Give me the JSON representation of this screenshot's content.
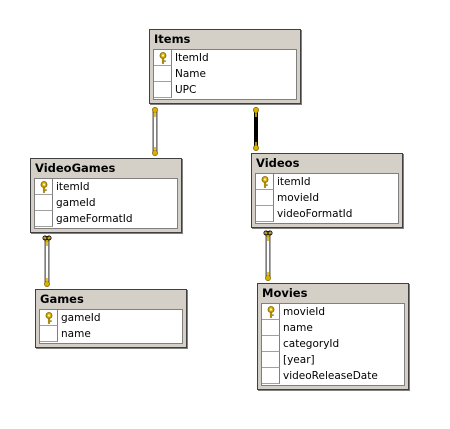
{
  "diagram": {
    "colors": {
      "frame": "#d4d0c8",
      "border": "#404040",
      "key": "#d9b000",
      "link": "#808080"
    },
    "tables": [
      {
        "id": "items",
        "name": "Items",
        "columns": [
          {
            "name": "ItemId",
            "pk": true
          },
          {
            "name": "Name",
            "pk": false
          },
          {
            "name": "UPC",
            "pk": false
          }
        ]
      },
      {
        "id": "videogames",
        "name": "VideoGames",
        "columns": [
          {
            "name": "itemId",
            "pk": true
          },
          {
            "name": "gameId",
            "pk": false
          },
          {
            "name": "gameFormatId",
            "pk": false
          }
        ]
      },
      {
        "id": "videos",
        "name": "Videos",
        "columns": [
          {
            "name": "itemId",
            "pk": true
          },
          {
            "name": "movieId",
            "pk": false
          },
          {
            "name": "videoFormatId",
            "pk": false
          }
        ]
      },
      {
        "id": "games",
        "name": "Games",
        "columns": [
          {
            "name": "gameId",
            "pk": true
          },
          {
            "name": "name",
            "pk": false
          }
        ]
      },
      {
        "id": "movies",
        "name": "Movies",
        "columns": [
          {
            "name": "movieId",
            "pk": true
          },
          {
            "name": "name",
            "pk": false
          },
          {
            "name": "categoryId",
            "pk": false
          },
          {
            "name": "[year]",
            "pk": false
          },
          {
            "name": "videoReleaseDate",
            "pk": false
          }
        ]
      }
    ],
    "relationships": [
      {
        "from": "items",
        "to": "videogames"
      },
      {
        "from": "items",
        "to": "videos"
      },
      {
        "from": "videogames",
        "to": "games"
      },
      {
        "from": "videos",
        "to": "movies"
      }
    ]
  }
}
